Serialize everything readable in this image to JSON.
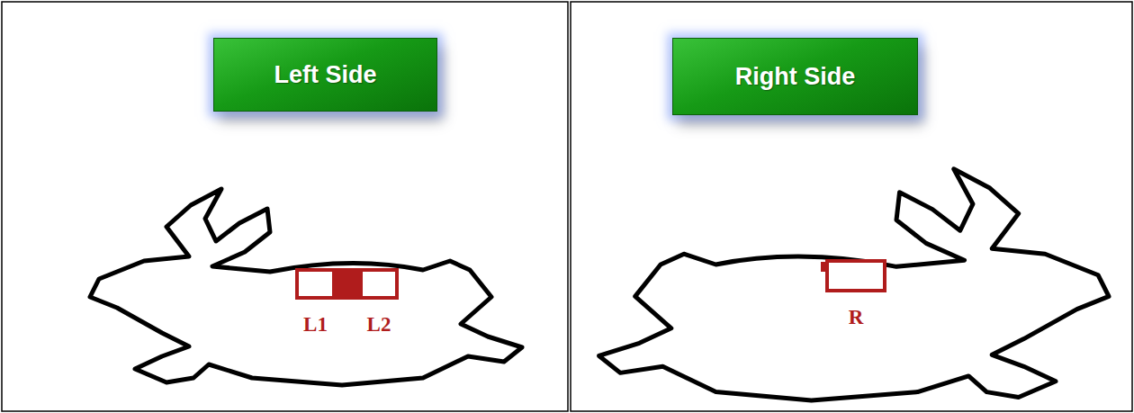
{
  "diagram": {
    "nodes": [
      {
        "text": [
          "Left Side"
        ]
      },
      {
        "text": [
          "L1"
        ]
      },
      {
        "text": [
          "L2"
        ]
      },
      {
        "text": [
          "Right Side"
        ]
      },
      {
        "text": [
          "R"
        ]
      }
    ]
  }
}
